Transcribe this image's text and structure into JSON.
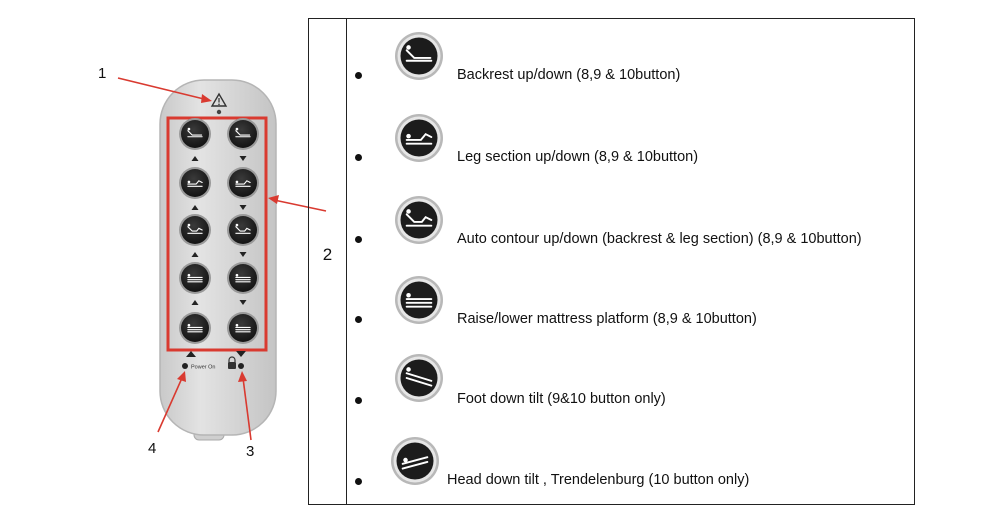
{
  "callouts": {
    "c1": "1",
    "c2": "2",
    "c3": "3",
    "c4": "4"
  },
  "remote": {
    "power_label": "Power On"
  },
  "legend": {
    "number": "2",
    "items": [
      {
        "icon": "backrest-icon",
        "text": "Backrest up/down (8,9 & 10button)"
      },
      {
        "icon": "leg-section-icon",
        "text": "Leg section up/down (8,9 & 10button)"
      },
      {
        "icon": "auto-contour-icon",
        "text": "Auto contour up/down (backrest & leg section) (8,9 & 10button)"
      },
      {
        "icon": "platform-icon",
        "text": "Raise/lower mattress platform (8,9 & 10button)"
      },
      {
        "icon": "foot-down-tilt-icon",
        "text": "Foot down tilt (9&10 button only)"
      },
      {
        "icon": "head-down-tilt-icon",
        "text": "Head down tilt , Trendelenburg (10 button only)"
      }
    ]
  },
  "colors": {
    "callout_frame": "#d93a30",
    "remote_body": "#d7d7d7",
    "button": "#262626"
  }
}
